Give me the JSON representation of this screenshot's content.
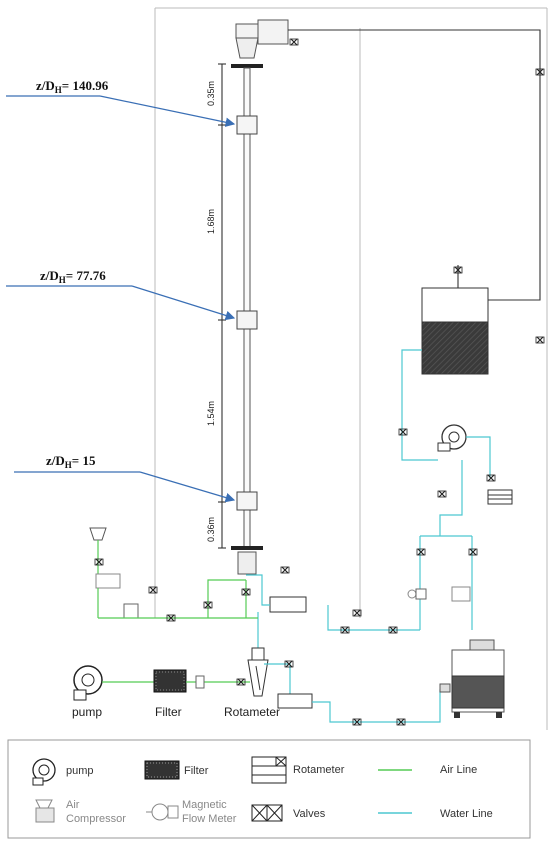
{
  "labels": {
    "z1_prefix": "z/D",
    "z1_sub": "H",
    "z1_value": "= 140.96",
    "z2_prefix": "z/D",
    "z2_sub": "H",
    "z2_value": "= 77.76",
    "z3_prefix": "z/D",
    "z3_sub": "H",
    "z3_value": "= 15"
  },
  "dimensions": {
    "d1": "0.35m",
    "d2": "1.68m",
    "d3": "1.54m",
    "d4": "0.36m"
  },
  "captions": {
    "pump": "pump",
    "filter": "Filter",
    "rotameter": "Rotameter"
  },
  "legend": {
    "pump": "pump",
    "filter": "Filter",
    "rotameter": "Rotameter",
    "air_line": "Air Line",
    "air_compressor_1": "Air",
    "air_compressor_2": "Compressor",
    "magnetic_1": "Magnetic",
    "magnetic_2": "Flow Meter",
    "valves": "Valves",
    "water_line": "Water Line"
  },
  "colors": {
    "air_line": "#55cc55",
    "water_line": "#4cc7d0",
    "pointer_arrow": "#3a6fb5"
  }
}
